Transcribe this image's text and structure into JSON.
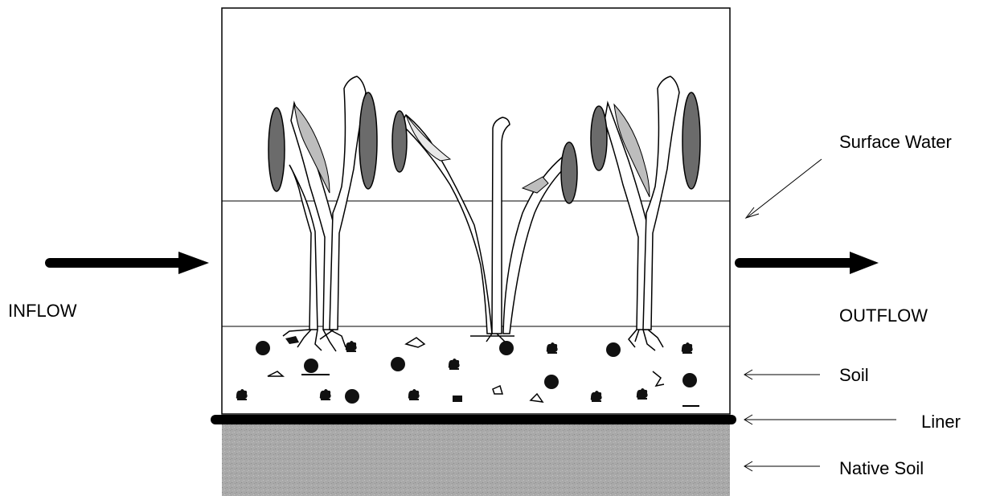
{
  "labels": {
    "inflow": "INFLOW",
    "outflow": "OUTFLOW",
    "surface_water": "Surface Water",
    "soil": "Soil",
    "liner": "Liner",
    "native_soil": "Native Soil"
  },
  "colors": {
    "outline": "#000000",
    "native_soil_fill": "#a9a9a9",
    "leaf_dark": "#6b6b6b",
    "leaf_light": "#bdbdbd",
    "background": "#ffffff"
  },
  "icons": {
    "inflow_arrow": "right-arrow",
    "outflow_arrow": "right-arrow",
    "pointer_arrows": "thin-left-arrow",
    "plants": "wetland-plant",
    "soil_particles": "soil-organism"
  }
}
